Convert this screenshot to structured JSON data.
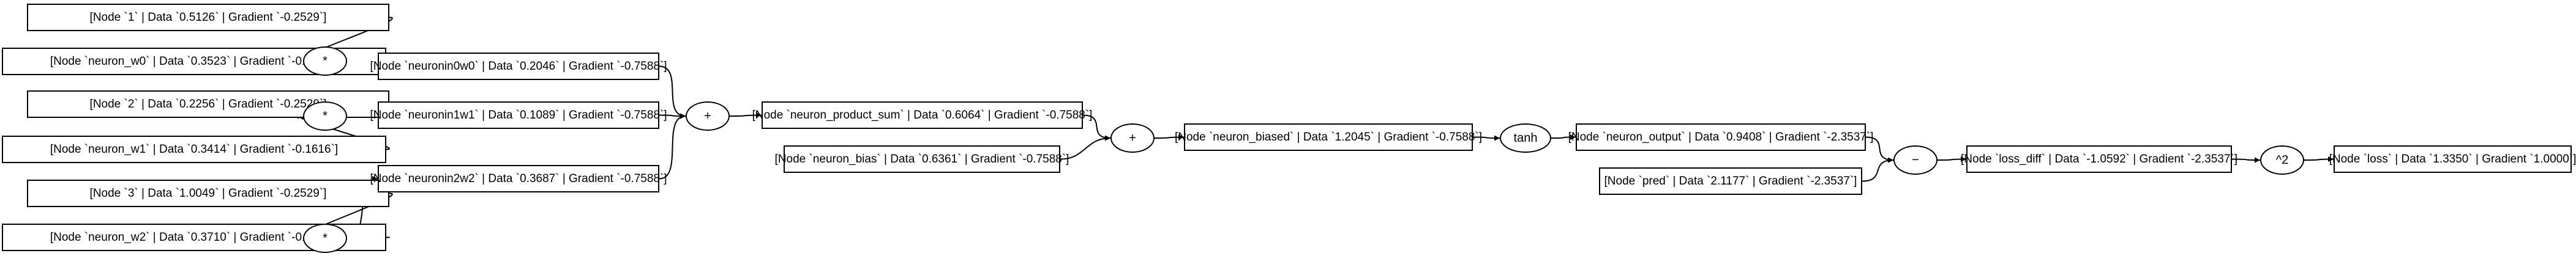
{
  "nodes": {
    "n1": "[Node `1` | Data `0.5126` | Gradient `-0.2529`]",
    "nw0": "[Node `neuron_w0` | Data `0.3523` | Gradient `-0.3794`]",
    "n2": "[Node `2` | Data `0.2256` | Gradient `-0.2529`]",
    "nw1": "[Node `neuron_w1` | Data `0.3414` | Gradient `-0.1616`]",
    "n3": "[Node `3` | Data `1.0049` | Gradient `-0.2529`]",
    "nw2": "[Node `neuron_w2` | Data `0.3710` | Gradient `-0.7530`]",
    "p0": "[Node `neuronin0w0` | Data `0.2046` | Gradient `-0.7588`]",
    "p1": "[Node `neuronin1w1` | Data `0.1089` | Gradient `-0.7588`]",
    "p2": "[Node `neuronin2w2` | Data `0.3687` | Gradient `-0.7588`]",
    "psum": "[Node `neuron_product_sum` | Data `0.6064` | Gradient `-0.7588`]",
    "bias": "[Node `neuron_bias` | Data `0.6361` | Gradient `-0.7588`]",
    "biased": "[Node `neuron_biased` | Data `1.2045` | Gradient `-0.7588`]",
    "out": "[Node `neuron_output` | Data `0.9408` | Gradient `-2.3537`]",
    "pred": "[Node `pred` | Data `2.1177` | Gradient `-2.3537`]",
    "diff": "[Node `loss_diff` | Data `-1.0592` | Gradient `-2.3537`]",
    "loss": "[Node `loss` | Data `1.3350` | Gradient `1.0000`]"
  },
  "ops": {
    "m0": "*",
    "m1": "*",
    "m2": "*",
    "add1": "+",
    "add2": "+",
    "tanh": "tanh",
    "sub": "−",
    "pow": "^2"
  }
}
